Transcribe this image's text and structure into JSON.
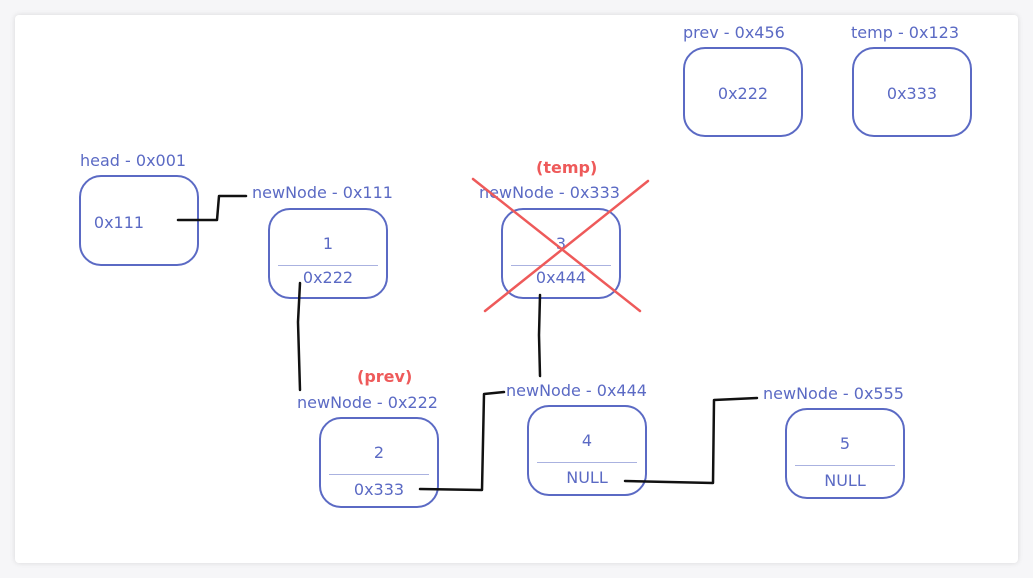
{
  "vars": {
    "prev": {
      "label": "prev - 0x456",
      "value": "0x222"
    },
    "temp": {
      "label": "temp - 0x123",
      "value": "0x333"
    },
    "head": {
      "label": "head - 0x001",
      "value": "0x111"
    }
  },
  "nodes": [
    {
      "label": "newNode - 0x111",
      "data": "1",
      "next": "0x222"
    },
    {
      "label": "newNode - 0x333",
      "data": "3",
      "next": "0x444",
      "tag": "(temp)",
      "deleted": true
    },
    {
      "label": "newNode - 0x222",
      "data": "2",
      "next": "0x333",
      "tag": "(prev)"
    },
    {
      "label": "newNode - 0x444",
      "data": "4",
      "next": "NULL"
    },
    {
      "label": "newNode - 0x555",
      "data": "5",
      "next": "NULL"
    }
  ],
  "colors": {
    "node": "#5b6ac4",
    "tag": "#ee5a5a",
    "link": "#111111",
    "cross": "#ee5a5a"
  }
}
